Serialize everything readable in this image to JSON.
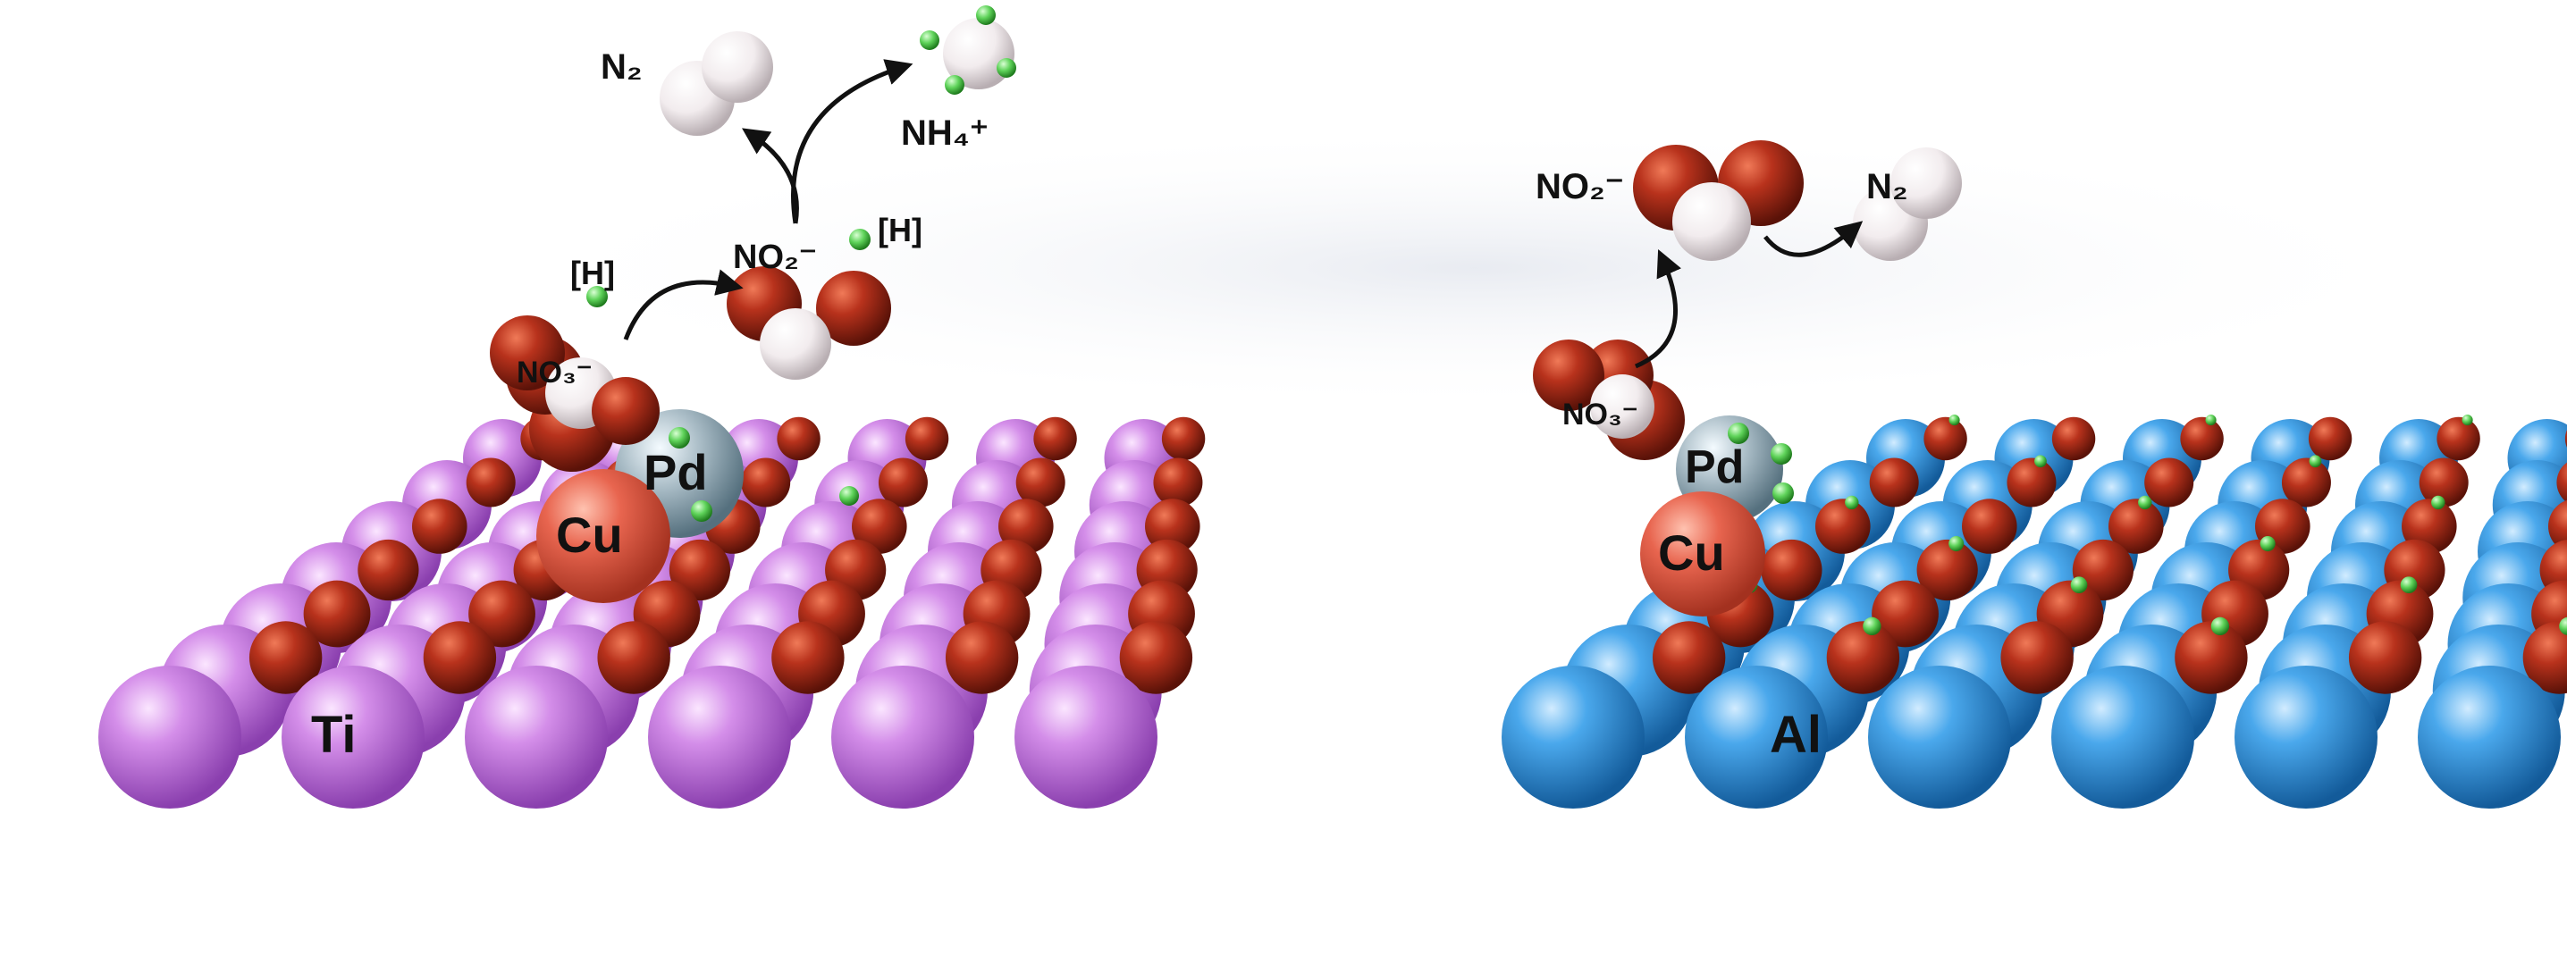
{
  "left_panel": {
    "support_label": "Ti",
    "metal_cu": "Cu",
    "metal_pd": "Pd",
    "nitrate": "NO₃⁻",
    "nitrite": "NO₂⁻",
    "hydrogen_left": "[H]",
    "hydrogen_right": "[H]",
    "product_n2": "N₂",
    "product_nh4": "NH₄⁺"
  },
  "right_panel": {
    "support_label": "Al",
    "metal_cu": "Cu",
    "metal_pd": "Pd",
    "nitrate": "NO₃⁻",
    "nitrite": "NO₂⁻",
    "product_n2": "N₂"
  },
  "colors": {
    "ti_sphere": "#c77be0",
    "al_sphere": "#3a9de6",
    "oxygen": "#b8321c",
    "copper": "#e8654f",
    "palladium": "#9fb3bd",
    "hydrogen": "#5fd35a",
    "nitrogen": "#f2ecee"
  }
}
